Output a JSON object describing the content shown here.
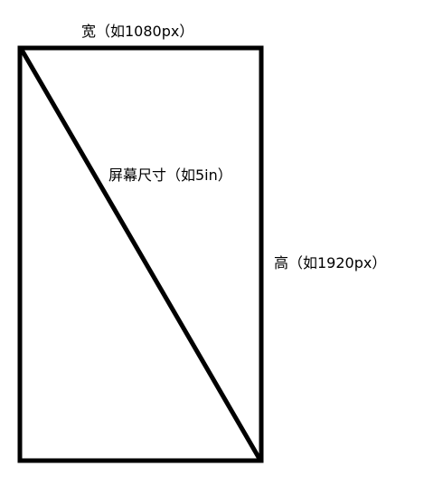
{
  "labels": {
    "width": "宽（如1080px）",
    "diagonal": "屏幕尺寸（如5in）",
    "height": "高（如1920px）"
  },
  "colors": {
    "stroke": "#000000",
    "background": "#ffffff"
  }
}
